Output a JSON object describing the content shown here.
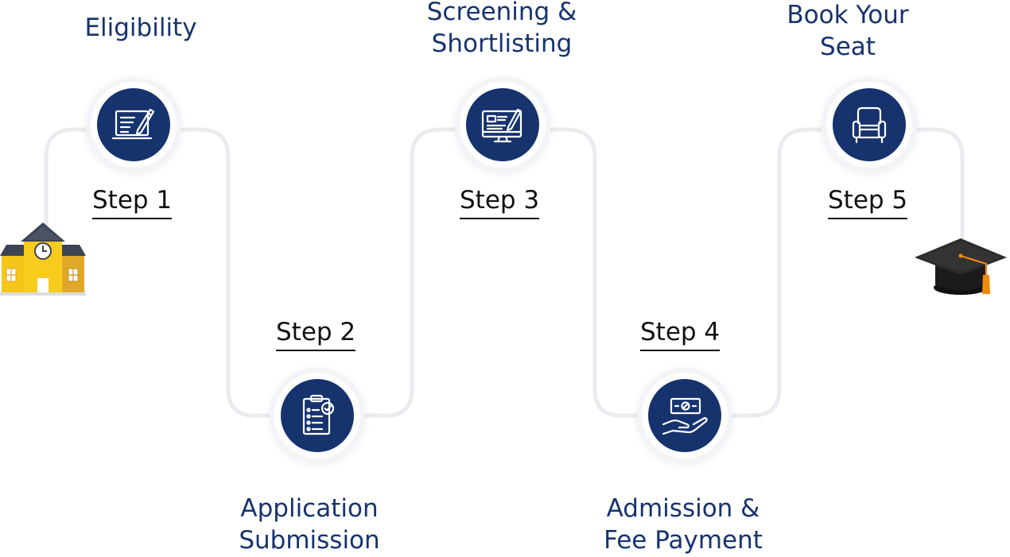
{
  "steps": [
    {
      "step_label": "Step 1",
      "title_lines": [
        "Eligibility"
      ],
      "icon": "laptop-edit-icon"
    },
    {
      "step_label": "Step 2",
      "title_lines": [
        "Application",
        "Submission"
      ],
      "icon": "clipboard-checklist-icon"
    },
    {
      "step_label": "Step 3",
      "title_lines": [
        "Screening &",
        "Shortlisting"
      ],
      "icon": "monitor-edit-icon"
    },
    {
      "step_label": "Step 4",
      "title_lines": [
        "Admission &",
        "Fee Payment"
      ],
      "icon": "hand-money-icon"
    },
    {
      "step_label": "Step 5",
      "title_lines": [
        "Book Your",
        "Seat"
      ],
      "icon": "armchair-seat-icon"
    }
  ],
  "start_icon": "school-building-icon",
  "end_icon": "graduation-cap-icon",
  "colors": {
    "primary": "#16336e",
    "path": "#e9ebef",
    "text": "#111111",
    "school_yellow": "#f5c518",
    "cap_tassel": "#f08a0c"
  }
}
